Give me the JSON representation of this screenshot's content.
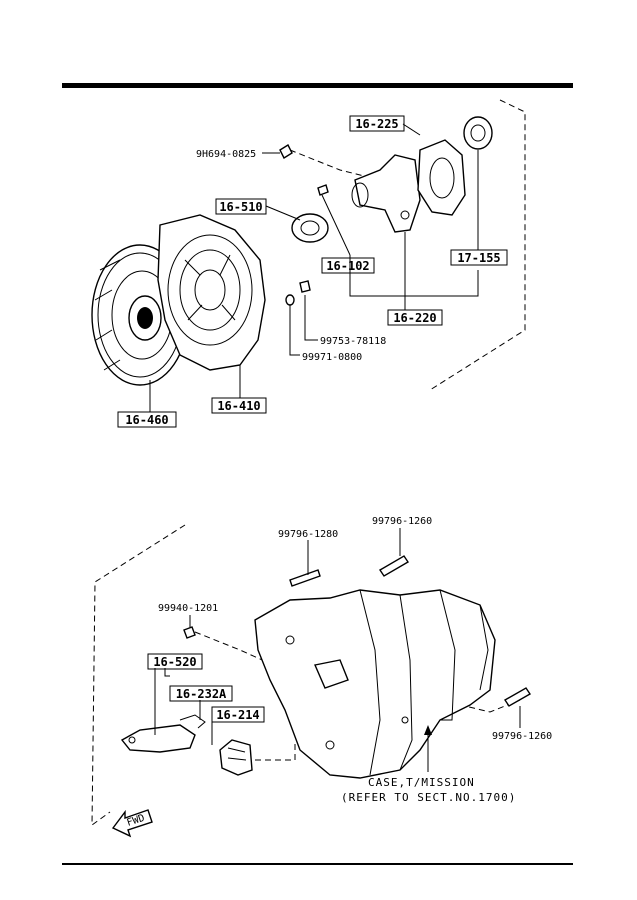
{
  "boxed_labels": {
    "p16225": "16-225",
    "p16510": "16-510",
    "p16102": "16-102",
    "p17155": "17-155",
    "p16220": "16-220",
    "p16460": "16-460",
    "p16410": "16-410",
    "p16520": "16-520",
    "p16232a": "16-232A",
    "p16214": "16-214"
  },
  "plain_labels": {
    "bolt_9h694": "9H694-0825",
    "washer_99753": "99753-78118",
    "bolt_99971": "99971-0800",
    "bolt_99796_1280": "99796-1280",
    "bolt_99796_1260_top": "99796-1260",
    "nut_99940": "99940-1201",
    "bolt_99796_1260_right": "99796-1260"
  },
  "caption": {
    "line1": "CASE,T/MISSION",
    "line2": "(REFER TO SECT.NO.1700)"
  },
  "fwd_label": "FWD",
  "colors": {
    "ink": "#000000",
    "paper": "#ffffff"
  },
  "icons": {
    "fwd": "arrow-icon"
  }
}
